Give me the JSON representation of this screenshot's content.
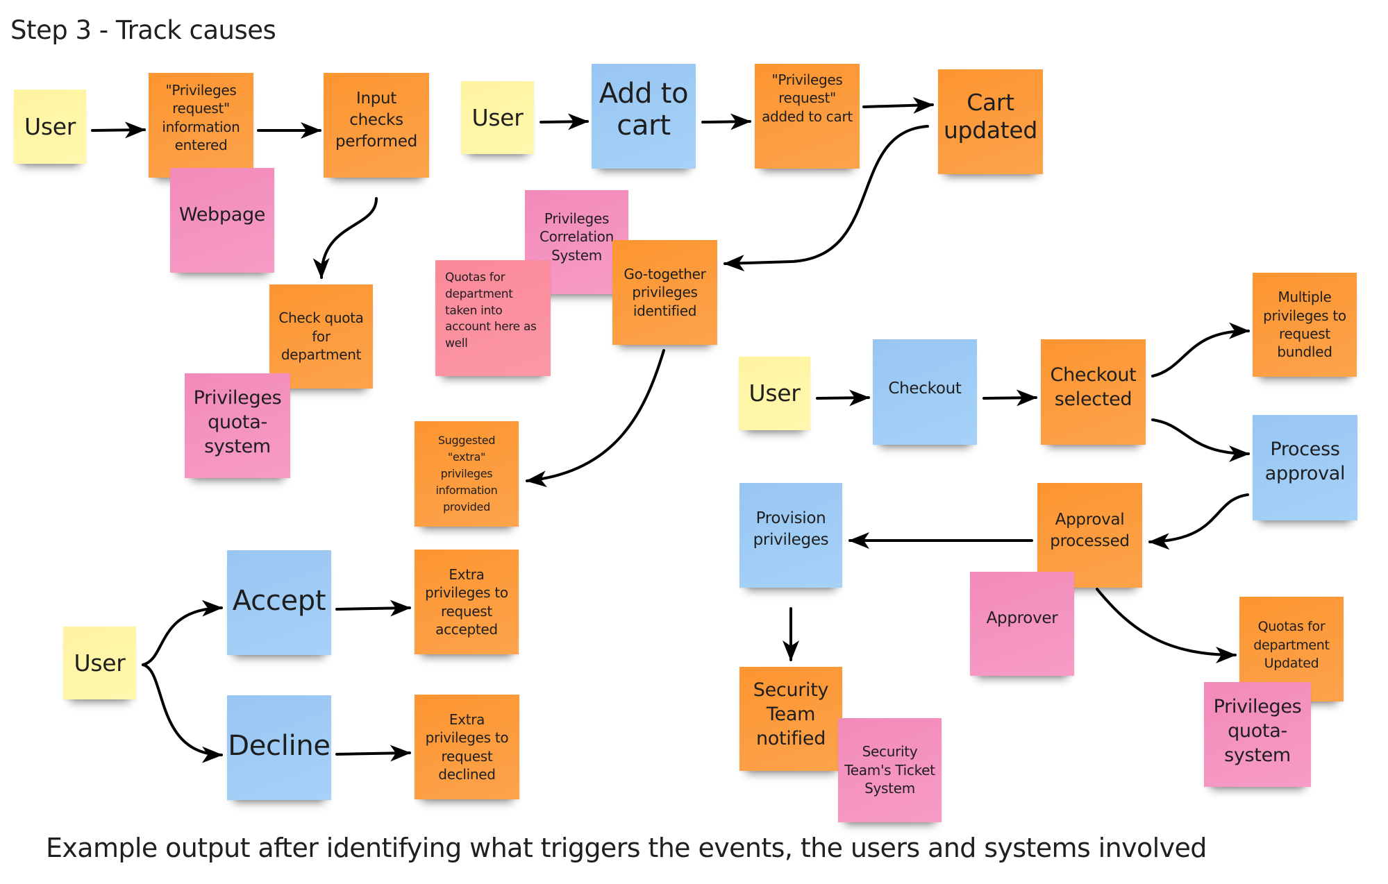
{
  "title": "Step 3 - Track causes",
  "caption": "Example output after identifying what triggers the events, the users and systems involved",
  "palette": {
    "user": "#fff6a6",
    "event": "#fd9833",
    "command": "#9ccbf4",
    "system": "#f48fbd",
    "note": "#fb8f9d"
  },
  "stickies": {
    "user_1": {
      "text": "User",
      "type": "user"
    },
    "privileges_request_entered": {
      "text": "\"Privileges request\" information entered",
      "type": "event"
    },
    "webpage": {
      "text": "Webpage",
      "type": "system"
    },
    "input_checks": {
      "text": "Input checks performed",
      "type": "event"
    },
    "check_quota": {
      "text": "Check quota for department",
      "type": "event"
    },
    "privileges_quota_system_1": {
      "text": "Privileges quota-system",
      "type": "system"
    },
    "user_2": {
      "text": "User",
      "type": "user"
    },
    "add_to_cart": {
      "text": "Add to cart",
      "type": "command"
    },
    "privileges_request_added": {
      "text": "\"Privileges request\" added to cart",
      "type": "event"
    },
    "cart_updated": {
      "text": "Cart updated",
      "type": "event"
    },
    "privileges_correlation_system": {
      "text": "Privileges Correlation System",
      "type": "system"
    },
    "quotas_taken_into_account": {
      "text": "Quotas for department taken into account here as well",
      "type": "note"
    },
    "go_together_identified": {
      "text": "Go-together privileges identified",
      "type": "event"
    },
    "suggested_extra": {
      "text": "Suggested \"extra\" privileges information provided",
      "type": "event"
    },
    "user_3": {
      "text": "User",
      "type": "user"
    },
    "checkout": {
      "text": "Checkout",
      "type": "command"
    },
    "checkout_selected": {
      "text": "Checkout selected",
      "type": "event"
    },
    "multiple_privileges_bundled": {
      "text": "Multiple privileges to request bundled",
      "type": "event"
    },
    "process_approval": {
      "text": "Process approval",
      "type": "command"
    },
    "approval_processed": {
      "text": "Approval processed",
      "type": "event"
    },
    "approver": {
      "text": "Approver",
      "type": "system"
    },
    "provision_privileges": {
      "text": "Provision privileges",
      "type": "command"
    },
    "security_team_notified": {
      "text": "Security Team notified",
      "type": "event"
    },
    "security_ticket_system": {
      "text": "Security Team's Ticket System",
      "type": "system"
    },
    "quotas_updated": {
      "text": "Quotas for department Updated",
      "type": "event"
    },
    "privileges_quota_system_2": {
      "text": "Privileges quota-system",
      "type": "system"
    },
    "user_4": {
      "text": "User",
      "type": "user"
    },
    "accept": {
      "text": "Accept",
      "type": "command"
    },
    "extra_accepted": {
      "text": "Extra privileges to request accepted",
      "type": "event"
    },
    "decline": {
      "text": "Decline",
      "type": "command"
    },
    "extra_declined": {
      "text": "Extra privileges to request declined",
      "type": "event"
    }
  },
  "arrows": [
    {
      "from": "user_1",
      "to": "privileges_request_entered"
    },
    {
      "from": "privileges_request_entered",
      "to": "input_checks"
    },
    {
      "from": "input_checks",
      "to": "check_quota"
    },
    {
      "from": "user_2",
      "to": "add_to_cart"
    },
    {
      "from": "add_to_cart",
      "to": "privileges_request_added"
    },
    {
      "from": "privileges_request_added",
      "to": "cart_updated"
    },
    {
      "from": "cart_updated",
      "to": "go_together_identified"
    },
    {
      "from": "go_together_identified",
      "to": "suggested_extra"
    },
    {
      "from": "user_3",
      "to": "checkout"
    },
    {
      "from": "checkout",
      "to": "checkout_selected"
    },
    {
      "from": "checkout_selected",
      "to": "multiple_privileges_bundled"
    },
    {
      "from": "checkout_selected",
      "to": "process_approval"
    },
    {
      "from": "process_approval",
      "to": "approval_processed"
    },
    {
      "from": "approval_processed",
      "to": "provision_privileges"
    },
    {
      "from": "provision_privileges",
      "to": "security_team_notified"
    },
    {
      "from": "approval_processed",
      "to": "quotas_updated"
    },
    {
      "from": "user_4",
      "to": "accept"
    },
    {
      "from": "user_4",
      "to": "decline"
    },
    {
      "from": "accept",
      "to": "extra_accepted"
    },
    {
      "from": "decline",
      "to": "extra_declined"
    }
  ]
}
